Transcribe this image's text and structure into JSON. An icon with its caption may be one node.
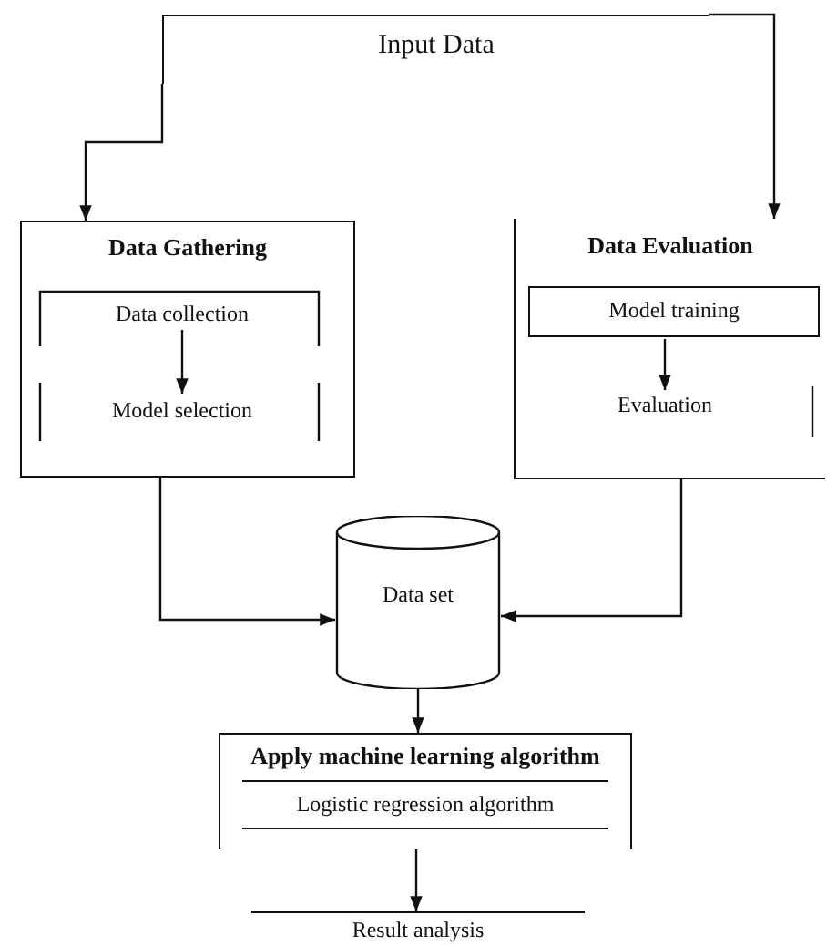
{
  "diagram": {
    "nodes": [
      {
        "text": [
          "Input Data"
        ]
      },
      {
        "text": [
          "Data Gathering"
        ]
      },
      {
        "text": [
          "Data collection"
        ],
        "in": 1
      },
      {
        "text": [
          "Model selection"
        ],
        "in": 1
      },
      {
        "text": [
          "Data Evaluation"
        ]
      },
      {
        "text": [
          "Model training"
        ],
        "in": 4
      },
      {
        "text": [
          "Evaluation"
        ],
        "in": 4
      },
      {
        "text": [
          "Data set"
        ]
      },
      {
        "text": [
          "Apply machine learning algorithm",
          "Logistic regression algorithm"
        ]
      },
      {
        "text": [
          "Result analysis"
        ]
      }
    ],
    "edges": [
      {
        "from": 0,
        "to": 1,
        "arrow": "to"
      },
      {
        "from": 0,
        "to": 4,
        "arrow": "to"
      },
      {
        "from": 2,
        "to": 3,
        "arrow": "to"
      },
      {
        "from": 5,
        "to": 6,
        "arrow": "to"
      },
      {
        "from": 1,
        "to": 7,
        "arrow": "to"
      },
      {
        "from": 4,
        "to": 7,
        "arrow": "to"
      },
      {
        "from": 7,
        "to": 8,
        "arrow": "to"
      },
      {
        "from": 8,
        "to": 9,
        "arrow": "to"
      }
    ]
  }
}
